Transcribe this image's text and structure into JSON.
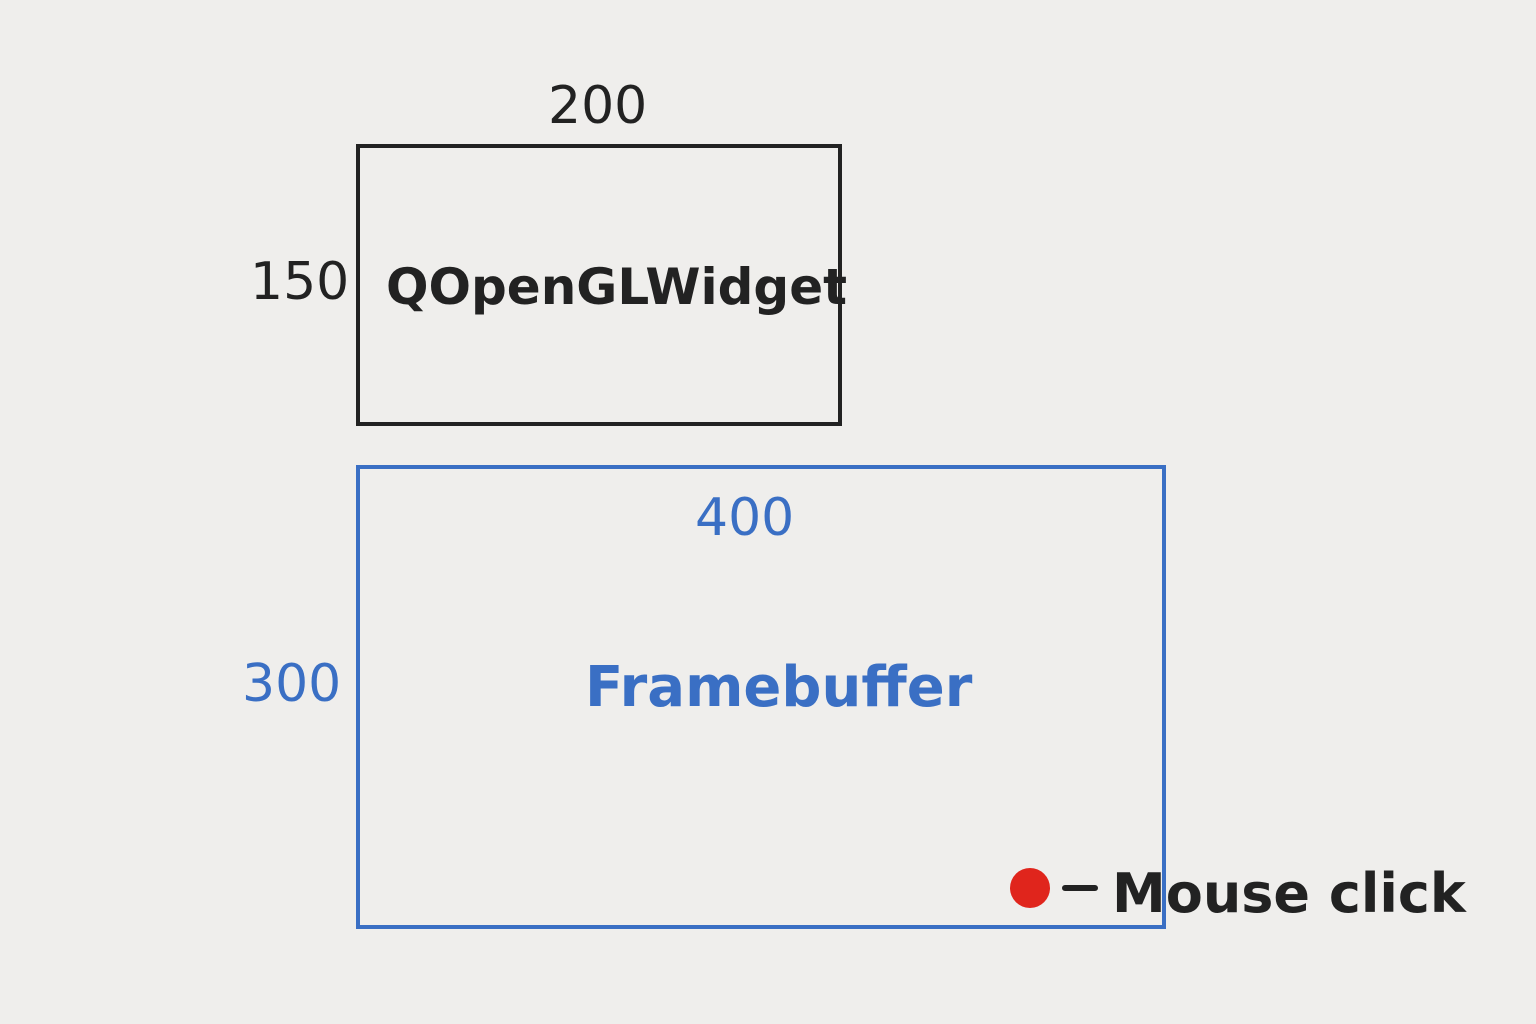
{
  "widget": {
    "name": "QOpenGLWidget",
    "width_label": "200",
    "height_label": "150"
  },
  "framebuffer": {
    "name": "Framebuffer",
    "width_label": "400",
    "height_label": "300"
  },
  "legend": {
    "label": "Mouse click",
    "marker_color": "#e0251c"
  },
  "colors": {
    "widget": "#222222",
    "framebuffer": "#3a6fc4",
    "background": "#efeeec"
  }
}
